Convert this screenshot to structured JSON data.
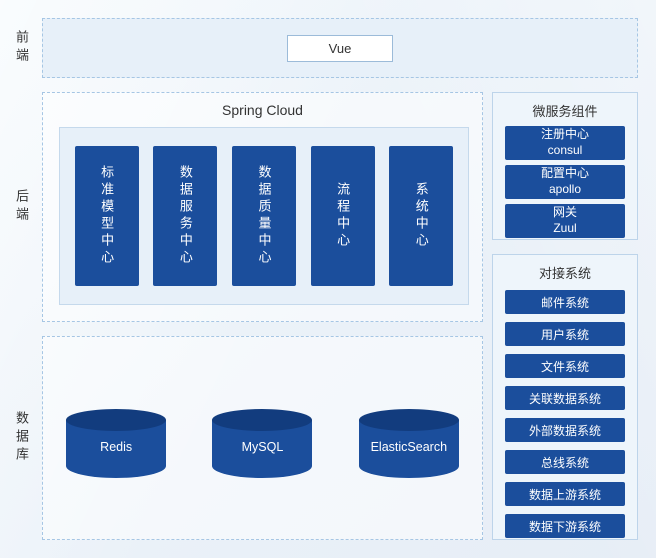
{
  "layers": {
    "frontend": "前端",
    "backend": "后端",
    "database": "数据库"
  },
  "frontend": {
    "item": "Vue"
  },
  "backend": {
    "title": "Spring Cloud",
    "services": [
      "标准模型中心",
      "数据服务中心",
      "数据质量中心",
      "流程中心",
      "系统中心"
    ]
  },
  "microservices": {
    "title": "微服务组件",
    "items": [
      {
        "name": "注册中心",
        "tech": "consul"
      },
      {
        "name": "配置中心",
        "tech": "apollo"
      },
      {
        "name": "网关",
        "tech": "Zuul"
      }
    ]
  },
  "integrations": {
    "title": "对接系统",
    "items": [
      "邮件系统",
      "用户系统",
      "文件系统",
      "关联数据系统",
      "外部数据系统",
      "总线系统",
      "数据上游系统",
      "数据下游系统"
    ]
  },
  "databases": {
    "items": [
      "Redis",
      "MySQL",
      "ElasticSearch"
    ]
  },
  "colors": {
    "node_primary": "#1b4e9c",
    "cylinder_top": "#123c7e",
    "panel_fill": "#e7f0f9",
    "side_panel_fill": "#eef5fb",
    "dashed_border": "#a6c6e4",
    "solid_border": "#bdd4ea",
    "node_text": "#ffffff",
    "title_text": "#333333"
  }
}
